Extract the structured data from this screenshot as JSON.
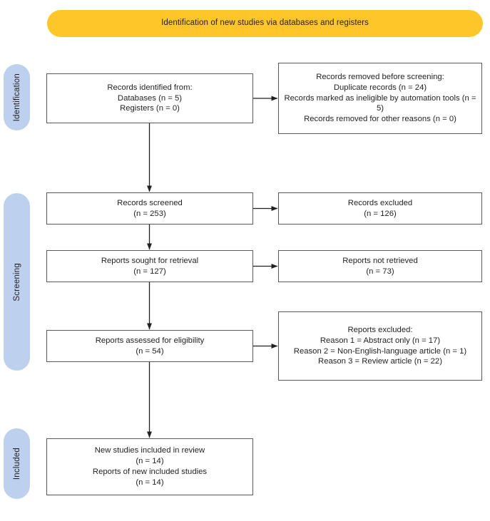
{
  "banner": {
    "title": "Identification of new studies via databases and registers",
    "color": "#FFC629"
  },
  "stages": {
    "color": "#BDD0EE",
    "items": [
      {
        "id": "identification",
        "label": "Identification"
      },
      {
        "id": "screening",
        "label": "Screening"
      },
      {
        "id": "included",
        "label": "Included"
      }
    ]
  },
  "nodes": {
    "identified": {
      "text": "Records identified from:\nDatabases (n = 5)\nRegisters (n = 0)"
    },
    "removed": {
      "text": "Records removed before screening:\nDuplicate records (n = 24)\nRecords marked as ineligible by automation tools (n = 5)\nRecords removed for other reasons (n = 0)"
    },
    "screened": {
      "text": "Records screened\n(n = 253)"
    },
    "excluded": {
      "text": "Records excluded\n(n = 126)"
    },
    "sought": {
      "text": "Reports sought for retrieval\n(n = 127)"
    },
    "notretrieved": {
      "text": "Reports not retrieved\n(n = 73)"
    },
    "assessed": {
      "text": "Reports assessed for eligibility\n(n = 54)"
    },
    "reportsexcluded": {
      "text": "Reports excluded:\nReason 1 = Abstract only (n = 17)\nReason 2 = Non-English-language article (n = 1)\nReason 3 = Review article (n = 22)"
    },
    "included": {
      "text": "New studies included in review\n(n = 14)\nReports of new included studies\n(n = 14)"
    }
  },
  "counts": {
    "databases": 5,
    "registers": 0,
    "duplicate_records": 24,
    "ineligible_automation": 5,
    "removed_other": 0,
    "records_screened": 253,
    "records_excluded": 126,
    "reports_sought": 127,
    "reports_not_retrieved": 73,
    "reports_assessed": 54,
    "reason1_abstract_only": 17,
    "reason2_non_english": 1,
    "reason3_review_article": 22,
    "new_studies_included": 14,
    "reports_new_included": 14
  },
  "style": {
    "box_border": "#58595b",
    "arrow": "#231f20",
    "text": "#231f20"
  }
}
